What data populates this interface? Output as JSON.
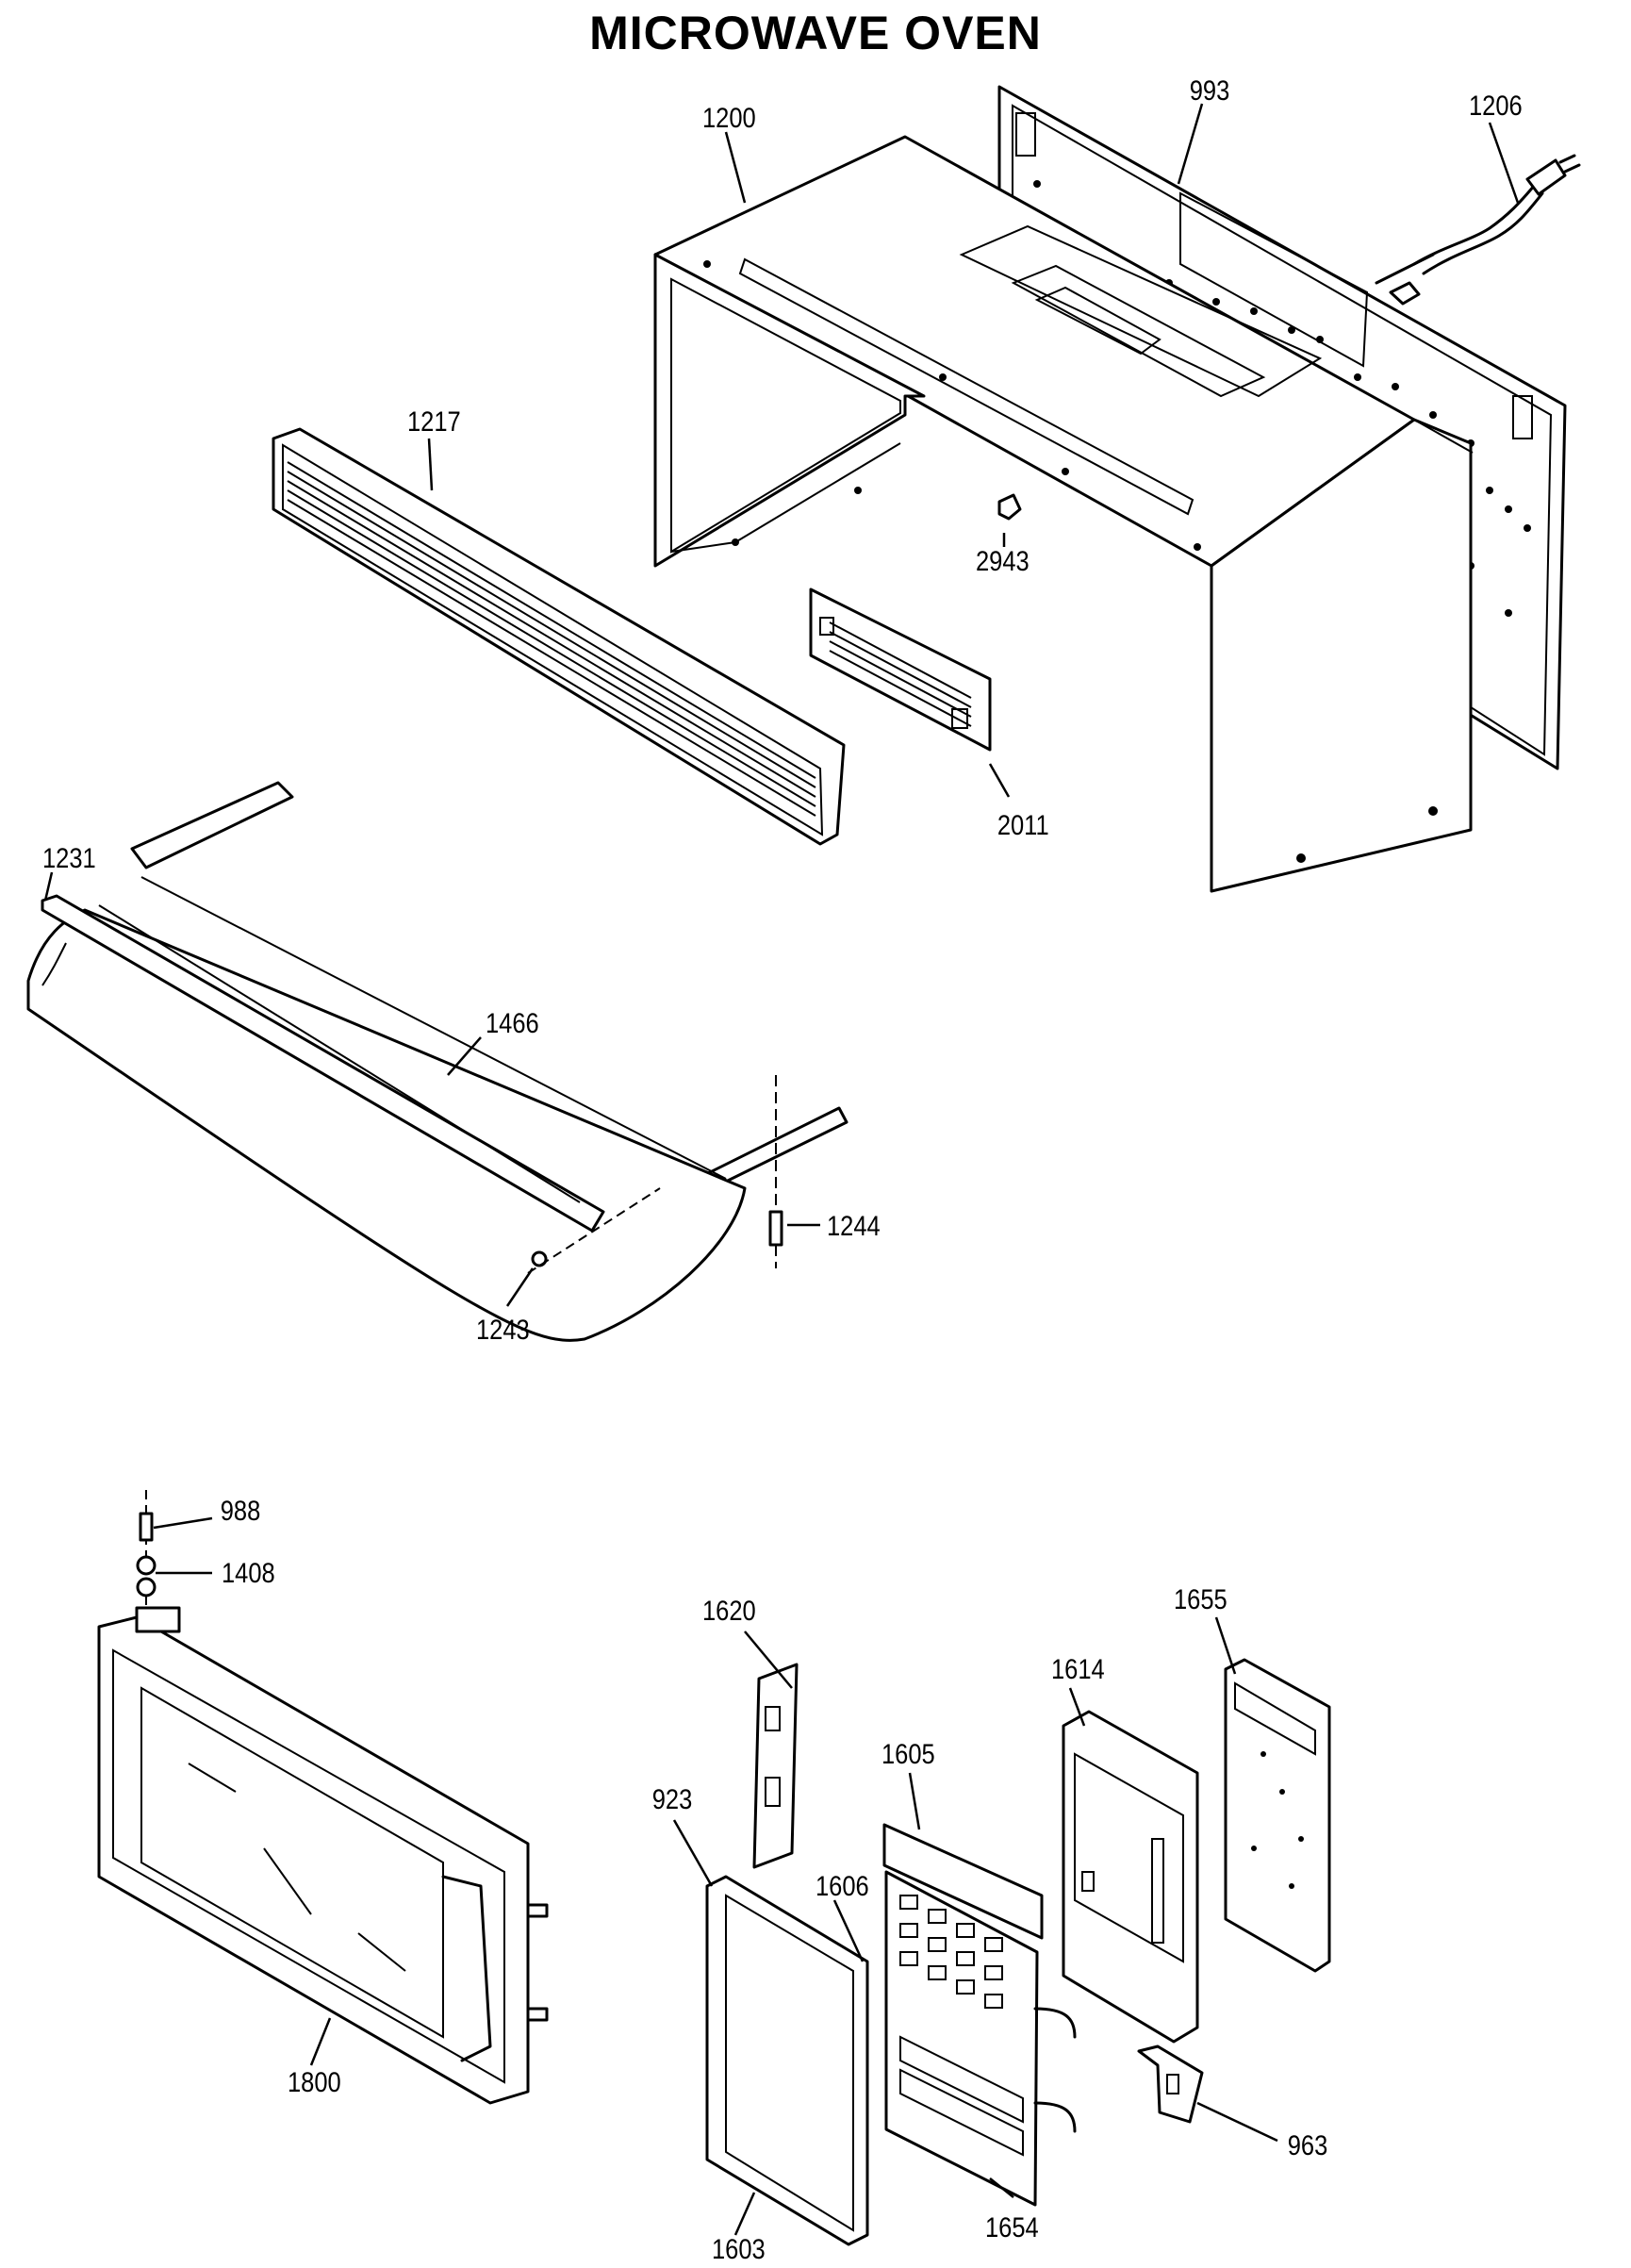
{
  "title": "MICROWAVE OVEN",
  "parts": [
    {
      "id": "993",
      "name": "part-993"
    },
    {
      "id": "1206",
      "name": "part-1206"
    },
    {
      "id": "1200",
      "name": "part-1200"
    },
    {
      "id": "1217",
      "name": "part-1217"
    },
    {
      "id": "2943",
      "name": "part-2943"
    },
    {
      "id": "2011",
      "name": "part-2011"
    },
    {
      "id": "1231",
      "name": "part-1231"
    },
    {
      "id": "1466",
      "name": "part-1466"
    },
    {
      "id": "1244",
      "name": "part-1244"
    },
    {
      "id": "1243",
      "name": "part-1243"
    },
    {
      "id": "988",
      "name": "part-988"
    },
    {
      "id": "1408",
      "name": "part-1408"
    },
    {
      "id": "1800",
      "name": "part-1800"
    },
    {
      "id": "1620",
      "name": "part-1620"
    },
    {
      "id": "1655",
      "name": "part-1655"
    },
    {
      "id": "1614",
      "name": "part-1614"
    },
    {
      "id": "1605",
      "name": "part-1605"
    },
    {
      "id": "923",
      "name": "part-923"
    },
    {
      "id": "1606",
      "name": "part-1606"
    },
    {
      "id": "963",
      "name": "part-963"
    },
    {
      "id": "1603",
      "name": "part-1603"
    },
    {
      "id": "1654",
      "name": "part-1654"
    }
  ]
}
